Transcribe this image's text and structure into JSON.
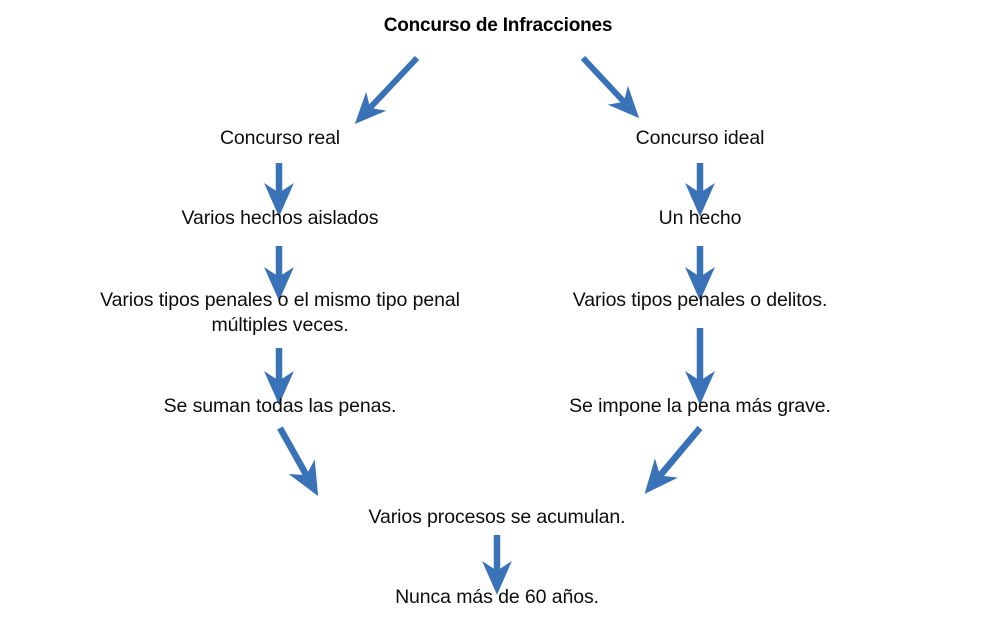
{
  "diagram": {
    "title": "Concurso de Infracciones",
    "background_color": "#ffffff",
    "text_color": "#0d0d0d",
    "arrow_color": "#3a72b8",
    "branches": {
      "left": {
        "name": "Concurso real",
        "steps": [
          "Concurso real",
          "Varios hechos aislados",
          "Varios tipos penales o el mismo tipo penal\nmúltiples veces.",
          "Se suman todas las penas."
        ]
      },
      "right": {
        "name": "Concurso ideal",
        "steps": [
          "Concurso ideal",
          "Un hecho",
          "Varios tipos penales o delitos.",
          "Se impone la pena más grave."
        ]
      }
    },
    "merged": [
      "Varios procesos se acumulan.",
      "Nunca más de 60 años."
    ]
  }
}
